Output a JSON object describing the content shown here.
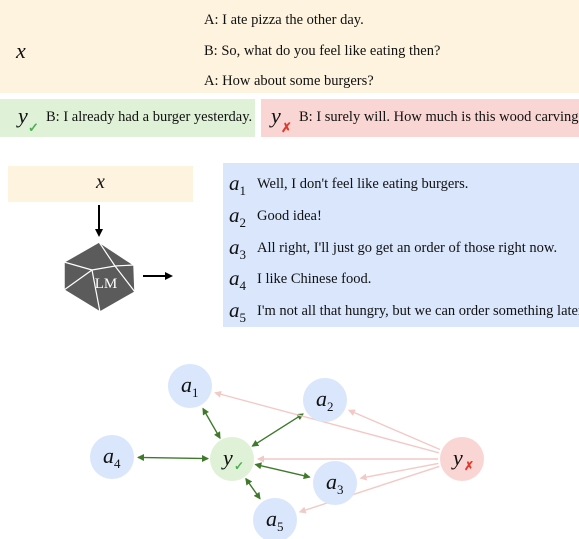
{
  "context": {
    "var": "x",
    "lines": [
      "A: I ate pizza the other day.",
      "B: So, what do you feel like eating then?",
      "A: How about some burgers?"
    ]
  },
  "responses": {
    "good": {
      "symbol": "y",
      "mark": "✓",
      "text": "B: I already had a burger yesterday."
    },
    "bad": {
      "symbol": "y",
      "mark": "✗",
      "text": "B: I surely will. How much is this wood carving?"
    }
  },
  "input_box": {
    "var": "x"
  },
  "model": {
    "label": "LM"
  },
  "alternatives": [
    {
      "symbol": "a",
      "index": "1",
      "text": "Well, I don't feel like eating burgers."
    },
    {
      "symbol": "a",
      "index": "2",
      "text": "Good idea!"
    },
    {
      "symbol": "a",
      "index": "3",
      "text": "All right, I'll just go get an order of those right now."
    },
    {
      "symbol": "a",
      "index": "4",
      "text": "I like Chinese food."
    },
    {
      "symbol": "a",
      "index": "5",
      "text": "I'm not all that hungry, but we can order something later."
    }
  ],
  "graph": {
    "nodes": [
      {
        "id": "a1",
        "symbol": "a",
        "index": "1",
        "kind": "alt"
      },
      {
        "id": "a2",
        "symbol": "a",
        "index": "2",
        "kind": "alt"
      },
      {
        "id": "a3",
        "symbol": "a",
        "index": "3",
        "kind": "alt"
      },
      {
        "id": "a4",
        "symbol": "a",
        "index": "4",
        "kind": "alt"
      },
      {
        "id": "a5",
        "symbol": "a",
        "index": "5",
        "kind": "alt"
      },
      {
        "id": "ygood",
        "symbol": "y",
        "index": "✓",
        "kind": "good"
      },
      {
        "id": "ybad",
        "symbol": "y",
        "index": "✗",
        "kind": "bad"
      }
    ],
    "edges": [
      {
        "from": "ygood",
        "to": "a1",
        "type": "green"
      },
      {
        "from": "ygood",
        "to": "a2",
        "type": "green"
      },
      {
        "from": "ygood",
        "to": "a3",
        "type": "green"
      },
      {
        "from": "ygood",
        "to": "a4",
        "type": "green"
      },
      {
        "from": "ygood",
        "to": "a5",
        "type": "green"
      },
      {
        "from": "ybad",
        "to": "a1",
        "type": "red"
      },
      {
        "from": "ybad",
        "to": "a2",
        "type": "red"
      },
      {
        "from": "ybad",
        "to": "a3",
        "type": "red"
      },
      {
        "from": "ybad",
        "to": "a5",
        "type": "red"
      },
      {
        "from": "ybad",
        "to": "ygood",
        "type": "red"
      }
    ],
    "colors": {
      "alt_fill": "#d9e6fc",
      "good_fill": "#dff1d7",
      "bad_fill": "#f9d6d4",
      "green_edge": "#3f7a2b",
      "red_edge": "#f2c9c6",
      "check": "#4caf50",
      "cross": "#e03a2f"
    }
  }
}
